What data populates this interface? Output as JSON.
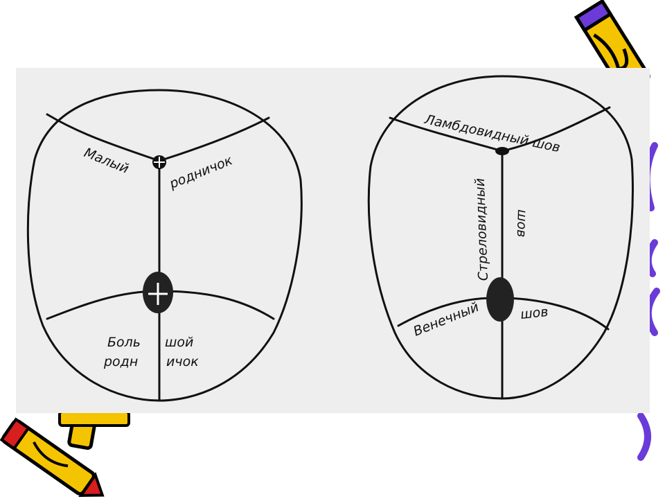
{
  "left_skull": {
    "label_small_fontanelle_1": "Малый",
    "label_small_fontanelle_2": "родничок",
    "label_big_fontanelle_1a": "Боль",
    "label_big_fontanelle_1b": "шой",
    "label_big_fontanelle_2a": "родн",
    "label_big_fontanelle_2b": "ичок"
  },
  "right_skull": {
    "label_lambdoid": "Ламбдовидный шов",
    "label_sagittal_1": "Стреловидный",
    "label_sagittal_2": "шов",
    "label_coronal_1": "Венечный",
    "label_coronal_2": "шов"
  },
  "colors": {
    "panel_bg": "#eeeeee",
    "ink": "#111111",
    "crayon_yellow": "#f5c400",
    "crayon_red": "#d81e1e",
    "crayon_purple": "#6a3bd8",
    "crayon_outline": "#000000"
  },
  "icons": [
    "crayon-icon-top-right",
    "crayon-icon-bottom-left",
    "crayon-icon-bottom-left-2"
  ]
}
